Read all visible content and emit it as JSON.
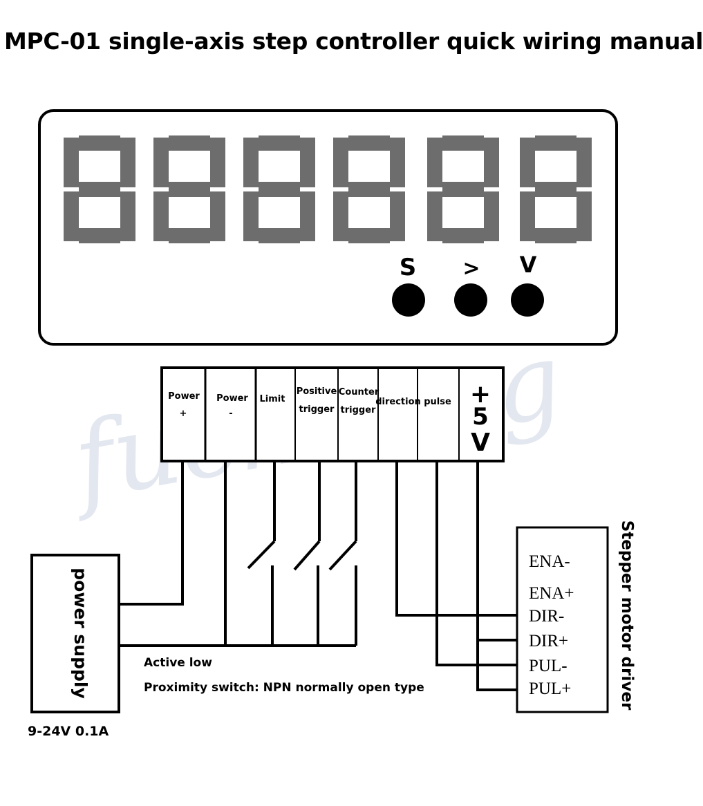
{
  "title": "MPC-01 single-axis step controller quick wiring manual",
  "watermark": "fuchuang",
  "display": {
    "digits": [
      "8",
      "8",
      "8",
      "8",
      "8",
      "8"
    ]
  },
  "buttons": [
    {
      "label": "S"
    },
    {
      "label": ">"
    },
    {
      "label": "V"
    }
  ],
  "terminals": [
    {
      "line1": "Power",
      "line2": "+"
    },
    {
      "line1": "Power",
      "line2": "-"
    },
    {
      "line1": "Limit",
      "line2": ""
    },
    {
      "line1": "Positive",
      "line2": "trigger"
    },
    {
      "line1": "Counter",
      "line2": "trigger"
    },
    {
      "line1": "direction",
      "line2": ""
    },
    {
      "line1": "pulse",
      "line2": ""
    }
  ],
  "plus5v": {
    "sign": "+",
    "digit": "5",
    "unit": "V"
  },
  "power_supply": {
    "label": "power supply",
    "rating": "9-24V 0.1A"
  },
  "notes": {
    "active_low": "Active low",
    "proximity": "Proximity switch: NPN normally open type"
  },
  "driver": {
    "label": "Stepper motor driver",
    "pins": [
      "ENA-",
      "ENA+",
      "DIR-",
      "DIR+",
      "PUL-",
      "PUL+"
    ]
  }
}
